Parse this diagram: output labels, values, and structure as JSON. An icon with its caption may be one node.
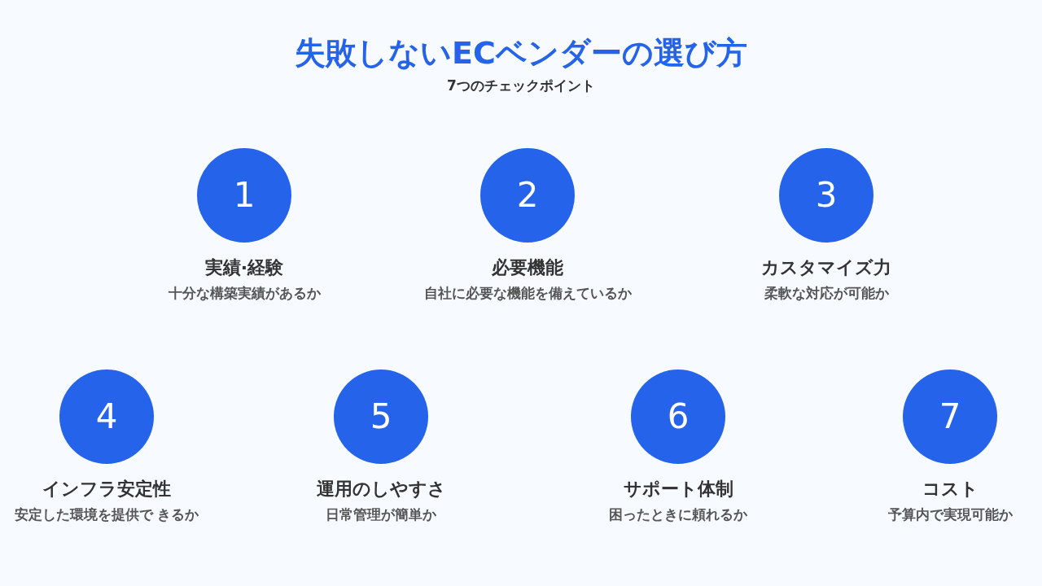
{
  "diagram": {
    "title": "失敗しないECベンダーの選び方",
    "nodes": [
      {
        "text": [
          "1"
        ],
        "beside": [
          "実績·経験",
          "十分な構築実績があるか"
        ]
      },
      {
        "text": [
          "2"
        ],
        "beside": [
          "必要機能",
          "自社に必要な機能を備えているか"
        ]
      },
      {
        "text": [
          "3"
        ],
        "beside": [
          "カスタマイズ力",
          "柔軟な対応が可能か"
        ]
      },
      {
        "text": [
          "4"
        ],
        "beside": [
          "インフラ安定性",
          "安定した環境を提供で きるか"
        ]
      },
      {
        "text": [
          "5"
        ],
        "beside": [
          "運用のしやすさ",
          "日常管理が簡単か"
        ]
      },
      {
        "text": [
          "6"
        ],
        "beside": [
          "サポート体制",
          "困ったときに頼れるか"
        ]
      },
      {
        "text": [
          "7"
        ],
        "beside": [
          "コスト",
          "予算内で実現可能か"
        ]
      }
    ],
    "labels": [
      "7つのチェックポイント"
    ]
  }
}
